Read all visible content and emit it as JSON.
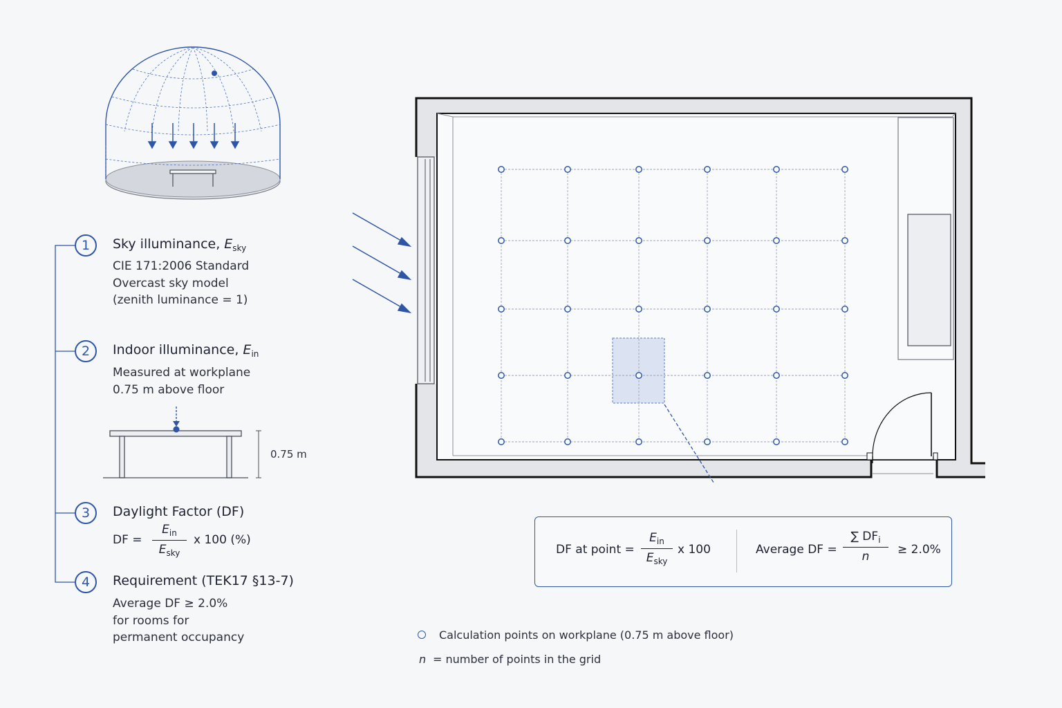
{
  "steps": [
    {
      "num": "1",
      "title": "Sky illuminance, ",
      "title_sym": "E",
      "title_sub": "sky",
      "lines": [
        "CIE 171:2006 Standard",
        "Overcast sky model",
        "(zenith luminance = 1)"
      ]
    },
    {
      "num": "2",
      "title": "Indoor illuminance, ",
      "title_sym": "E",
      "title_sub": "in",
      "lines": [
        "Measured at workplane",
        "0.75 m above floor"
      ]
    },
    {
      "num": "3",
      "title": "Daylight Factor (DF)",
      "formula_lhs": "DF =",
      "formula_num": "E",
      "formula_num_sub": "in",
      "formula_den": "E",
      "formula_den_sub": "sky",
      "formula_rhs": "x 100 (%)"
    },
    {
      "num": "4",
      "title": "Requirement (TEK17 §13-7)",
      "lines": [
        "Average DF ≥ 2.0%",
        "for rooms for",
        "permanent occupancy"
      ]
    }
  ],
  "table_height_label": "0.75 m",
  "formula_box": {
    "point_label": "DF at point =",
    "point_num": "E",
    "point_num_sub": "in",
    "point_den": "E",
    "point_den_sub": "sky",
    "point_rhs": "x 100",
    "avg_label": "Average DF =",
    "avg_num": "∑ DF",
    "avg_num_sub": "i",
    "avg_den": "n",
    "avg_rhs": "≥ 2.0%"
  },
  "legend": {
    "points": "Calculation points on workplane (0.75 m above floor)",
    "n_symbol": "n",
    "n_text": "=  number of points in the grid"
  },
  "grid": {
    "columns": 6,
    "rows": 5
  },
  "colors": {
    "accent": "#2e56a8",
    "wall": "#111111",
    "highlight": "#dbe3f3"
  }
}
